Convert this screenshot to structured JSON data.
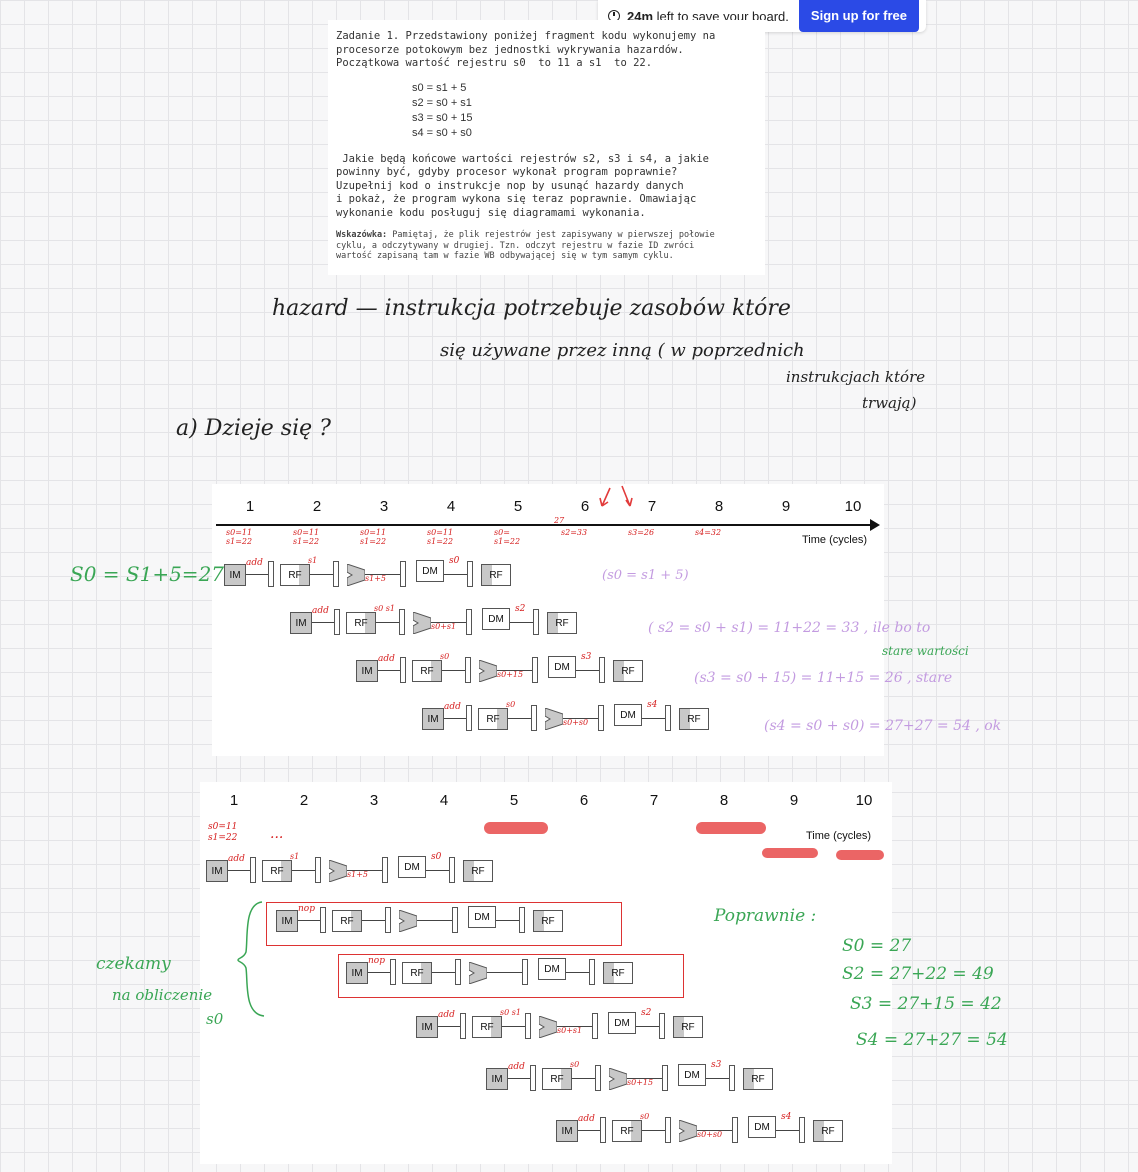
{
  "banner": {
    "time": "24m",
    "message": "left to save your board.",
    "signup": "Sign up for free"
  },
  "task": {
    "lines": [
      "Zadanie 1. Przedstawiony poniżej fragment kodu wykonujemy na",
      "procesorze potokowym bez jednostki wykrywania hazardów.",
      "Początkowa wartość rejestru s0  to 11 a s1  to 22."
    ],
    "code": [
      "s0 = s1 + 5",
      "s2 = s0 + s1",
      "s3 = s0 + 15",
      "s4 = s0 + s0"
    ],
    "question": [
      " Jakie będą końcowe wartości rejestrów s2, s3 i s4, a jakie",
      "powinny być, gdyby procesor wykonał program poprawnie?",
      "Uzupełnij kod o instrukcje nop by usunąć hazardy danych",
      "i pokaż, że program wykona się teraz poprawnie. Omawiając",
      "wykonanie kodu posługuj się diagramami wykonania."
    ],
    "hint_label": "Wskazówka:",
    "hint": [
      " Pamiętaj, że plik rejestrów jest zapisywany w pierwszej połowie",
      "cyklu, a odczytywany w drugiej. Tzn. odczyt rejestru w fazie ID zwróci",
      "wartość zapisaną tam w fazie WB odbywającej się w tym samym cyklu."
    ]
  },
  "notes": {
    "hazard_1": "hazard —   instrukcja potrzebuje zasobów które",
    "hazard_2": "się używane przez inną  ( w poprzednich",
    "hazard_3": "instrukcjach które",
    "hazard_4": "trwają)",
    "a_label": "a)  Dzieje się ?"
  },
  "diagram1": {
    "ticks": [
      "1",
      "2",
      "3",
      "4",
      "5",
      "6",
      "7",
      "8",
      "9",
      "10"
    ],
    "axis_label": "Time (cycles)",
    "regs": [
      "s0=11\ns1=22",
      "s0=11\ns1=22",
      "s0=11\ns1=22",
      "s0=11\ns1=22",
      "s0=\ns1=22",
      "s2=33",
      "s3=26",
      "s4=32"
    ],
    "side_note": "S0 = S1+5=27",
    "notes": [
      "(s0 = s1 + 5)",
      "( s2 = s0 + s1) = 11+22 = 33 , ile bo to",
      "stare wartości",
      "(s3 = s0 + 15) = 11+15 = 26 , stare",
      "(s4 = s0 + s0) = 27+27 = 54 , ok"
    ],
    "rows": [
      {
        "op": "add",
        "rf_in": "s1",
        "alu": "s1+5",
        "wb": "s0"
      },
      {
        "op": "add",
        "rf_in": "s0 s1",
        "alu": "s0+s1",
        "wb": "s2"
      },
      {
        "op": "add",
        "rf_in": "s0",
        "alu": "s0+15",
        "wb": "s3"
      },
      {
        "op": "add",
        "rf_in": "s0",
        "alu": "s0+s0",
        "wb": "s4"
      }
    ],
    "late": "27"
  },
  "diagram2": {
    "ticks": [
      "1",
      "2",
      "3",
      "4",
      "5",
      "6",
      "7",
      "8",
      "9",
      "10"
    ],
    "axis_label": "Time (cycles)",
    "regs": "s0=11\ns1=22",
    "dots": "...",
    "left_note_1": "czekamy",
    "left_note_2": "na obliczenie",
    "left_note_3": "s0",
    "right_title": "Poprawnie :",
    "right_lines": [
      "S0 = 27",
      "S2 = 27+22 = 49",
      "S3 = 27+15 = 42",
      "S4 = 27+27 = 54"
    ],
    "rows": [
      {
        "op": "add",
        "rf_in": "s1",
        "alu": "s1+5",
        "wb": "s0"
      },
      {
        "op": "nop",
        "rf_in": "",
        "alu": "",
        "wb": ""
      },
      {
        "op": "nop",
        "rf_in": "",
        "alu": "",
        "wb": ""
      },
      {
        "op": "add",
        "rf_in": "s0 s1",
        "alu": "s0+s1",
        "wb": "s2"
      },
      {
        "op": "add",
        "rf_in": "s0",
        "alu": "s0+15",
        "wb": "s3"
      },
      {
        "op": "add",
        "rf_in": "s0",
        "alu": "s0+s0",
        "wb": "s4"
      }
    ]
  },
  "colors": {
    "accent": "#2b4ae6",
    "ink_red": "#d62020",
    "ink_green": "#3aa655"
  }
}
